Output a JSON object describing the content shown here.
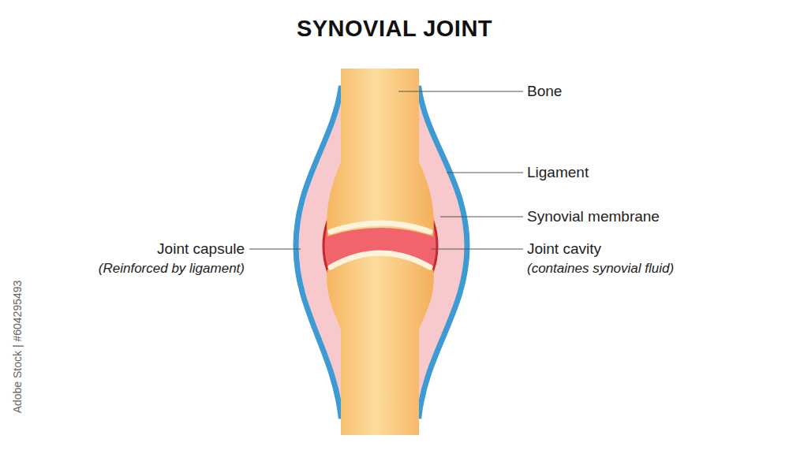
{
  "diagram": {
    "title": "SYNOVIAL JOINT",
    "labels": [
      "Bone",
      "Ligament",
      "Synovial membrane",
      "Joint capsule",
      "(Reinforced by ligament)",
      "Joint cavity",
      "(containes synovial fluid)",
      "Adobe Stock | #604295493"
    ]
  }
}
